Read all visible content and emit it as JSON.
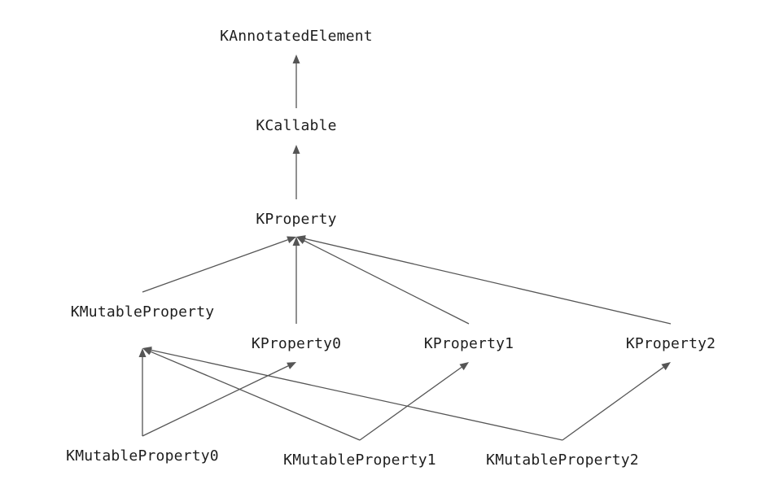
{
  "diagram": {
    "nodes": {
      "kannotatedelement": "KAnnotatedElement",
      "kcallable": "KCallable",
      "kproperty": "KProperty",
      "kmutableproperty": "KMutableProperty",
      "kproperty0": "KProperty0",
      "kproperty1": "KProperty1",
      "kproperty2": "KProperty2",
      "kmutableproperty0": "KMutableProperty0",
      "kmutableproperty1": "KMutableProperty1",
      "kmutableproperty2": "KMutableProperty2"
    },
    "edges": [
      {
        "from": "kcallable",
        "to": "kannotatedelement"
      },
      {
        "from": "kproperty",
        "to": "kcallable"
      },
      {
        "from": "kmutableproperty",
        "to": "kproperty"
      },
      {
        "from": "kproperty0",
        "to": "kproperty"
      },
      {
        "from": "kproperty1",
        "to": "kproperty"
      },
      {
        "from": "kproperty2",
        "to": "kproperty"
      },
      {
        "from": "kmutableproperty0",
        "to": "kmutableproperty"
      },
      {
        "from": "kmutableproperty0",
        "to": "kproperty0"
      },
      {
        "from": "kmutableproperty1",
        "to": "kmutableproperty"
      },
      {
        "from": "kmutableproperty1",
        "to": "kproperty1"
      },
      {
        "from": "kmutableproperty2",
        "to": "kmutableproperty"
      },
      {
        "from": "kmutableproperty2",
        "to": "kproperty2"
      }
    ],
    "colors": {
      "edge": "#555555",
      "text": "#1e1e1e",
      "background": "#ffffff"
    }
  }
}
